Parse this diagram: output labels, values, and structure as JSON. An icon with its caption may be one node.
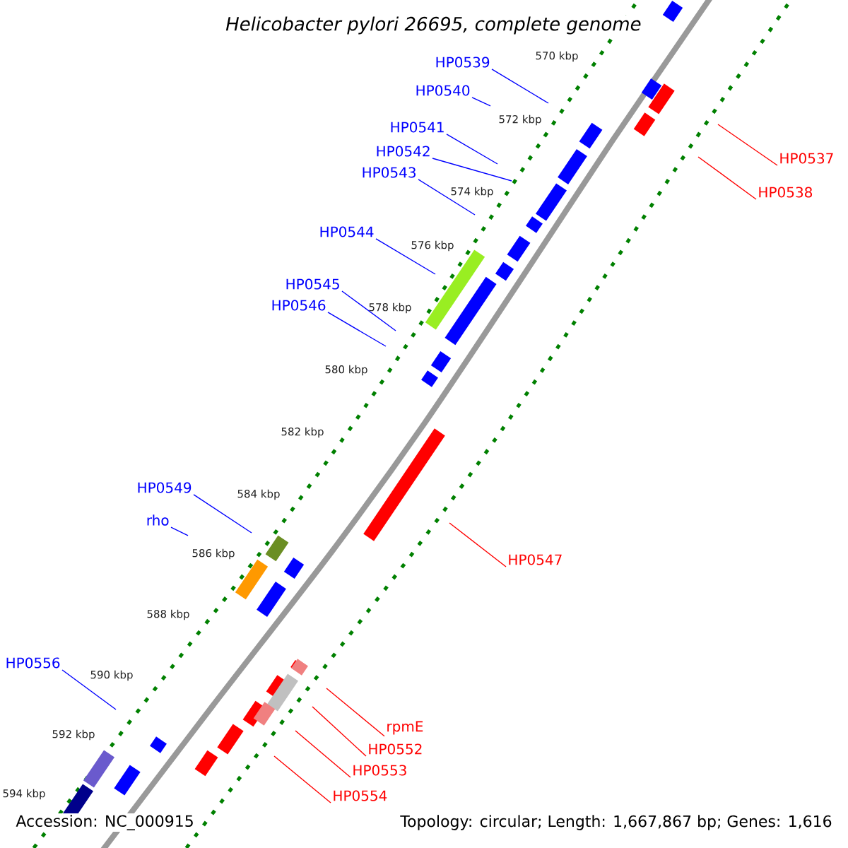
{
  "diagram": {
    "title": "Helicobacter pylori 26695, complete genome",
    "nodes": [
      {
        "text": [
          "HP0539"
        ]
      },
      {
        "text": [
          "HP0540"
        ]
      },
      {
        "text": [
          "HP0541"
        ]
      },
      {
        "text": [
          "HP0542"
        ]
      },
      {
        "text": [
          "HP0543"
        ]
      },
      {
        "text": [
          "HP0544"
        ]
      },
      {
        "text": [
          "HP0545"
        ]
      },
      {
        "text": [
          "HP0546"
        ]
      },
      {
        "text": [
          "HP0549"
        ]
      },
      {
        "text": [
          "rho"
        ]
      },
      {
        "text": [
          "HP0556"
        ]
      },
      {
        "text": [
          "HP0537"
        ]
      },
      {
        "text": [
          "HP0538"
        ]
      },
      {
        "text": [
          "HP0547"
        ]
      },
      {
        "text": [
          "rpmE"
        ]
      },
      {
        "text": [
          "HP0552"
        ]
      },
      {
        "text": [
          "HP0553"
        ]
      },
      {
        "text": [
          "HP0554"
        ]
      }
    ],
    "edges": [
      {
        "from": 0,
        "to": null,
        "arrow": "none"
      },
      {
        "from": 1,
        "to": null,
        "arrow": "none"
      },
      {
        "from": 2,
        "to": null,
        "arrow": "none"
      },
      {
        "from": 3,
        "to": null,
        "arrow": "none"
      },
      {
        "from": 4,
        "to": null,
        "arrow": "none"
      },
      {
        "from": 5,
        "to": null,
        "arrow": "none"
      },
      {
        "from": 6,
        "to": null,
        "arrow": "none"
      },
      {
        "from": 7,
        "to": null,
        "arrow": "none"
      },
      {
        "from": 8,
        "to": null,
        "arrow": "none"
      },
      {
        "from": 9,
        "to": null,
        "arrow": "none"
      },
      {
        "from": 10,
        "to": null,
        "arrow": "none"
      },
      {
        "from": 11,
        "to": null,
        "arrow": "none",
        "color": "#ff0000"
      },
      {
        "from": 12,
        "to": null,
        "arrow": "none",
        "color": "#ff0000"
      },
      {
        "from": 13,
        "to": null,
        "arrow": "none",
        "color": "#ff0000"
      },
      {
        "from": 14,
        "to": null,
        "arrow": "none",
        "color": "#ff0000"
      },
      {
        "from": 15,
        "to": null,
        "arrow": "none",
        "color": "#ff0000"
      },
      {
        "from": 16,
        "to": null,
        "arrow": "none",
        "color": "#ff0000"
      },
      {
        "from": 17,
        "to": null,
        "arrow": "none",
        "color": "#ff0000"
      }
    ],
    "labels": [
      "570 kbp",
      "572 kbp",
      "574 kbp",
      "576 kbp",
      "578 kbp",
      "580 kbp",
      "582 kbp",
      "584 kbp",
      "586 kbp",
      "588 kbp",
      "590 kbp",
      "592 kbp",
      "594 kbp",
      "Accession: NC_000915",
      "Topology: circular; Length: 1,667,867 bp; Genes: 1,616"
    ]
  }
}
